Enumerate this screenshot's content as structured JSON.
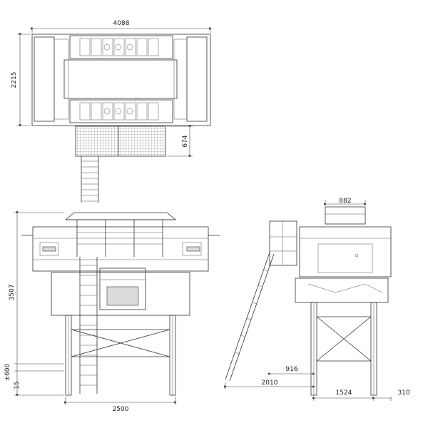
{
  "dimensions": {
    "top_width": "4088",
    "top_height": "2215",
    "platform_depth": "674",
    "front_width": "2500",
    "front_height": "3507",
    "adjust": "±600",
    "small_offset": "15",
    "side_top": "882",
    "side_stair_reach": "916",
    "side_stair_total": "2010",
    "side_base": "1524",
    "side_overhang": "310"
  }
}
